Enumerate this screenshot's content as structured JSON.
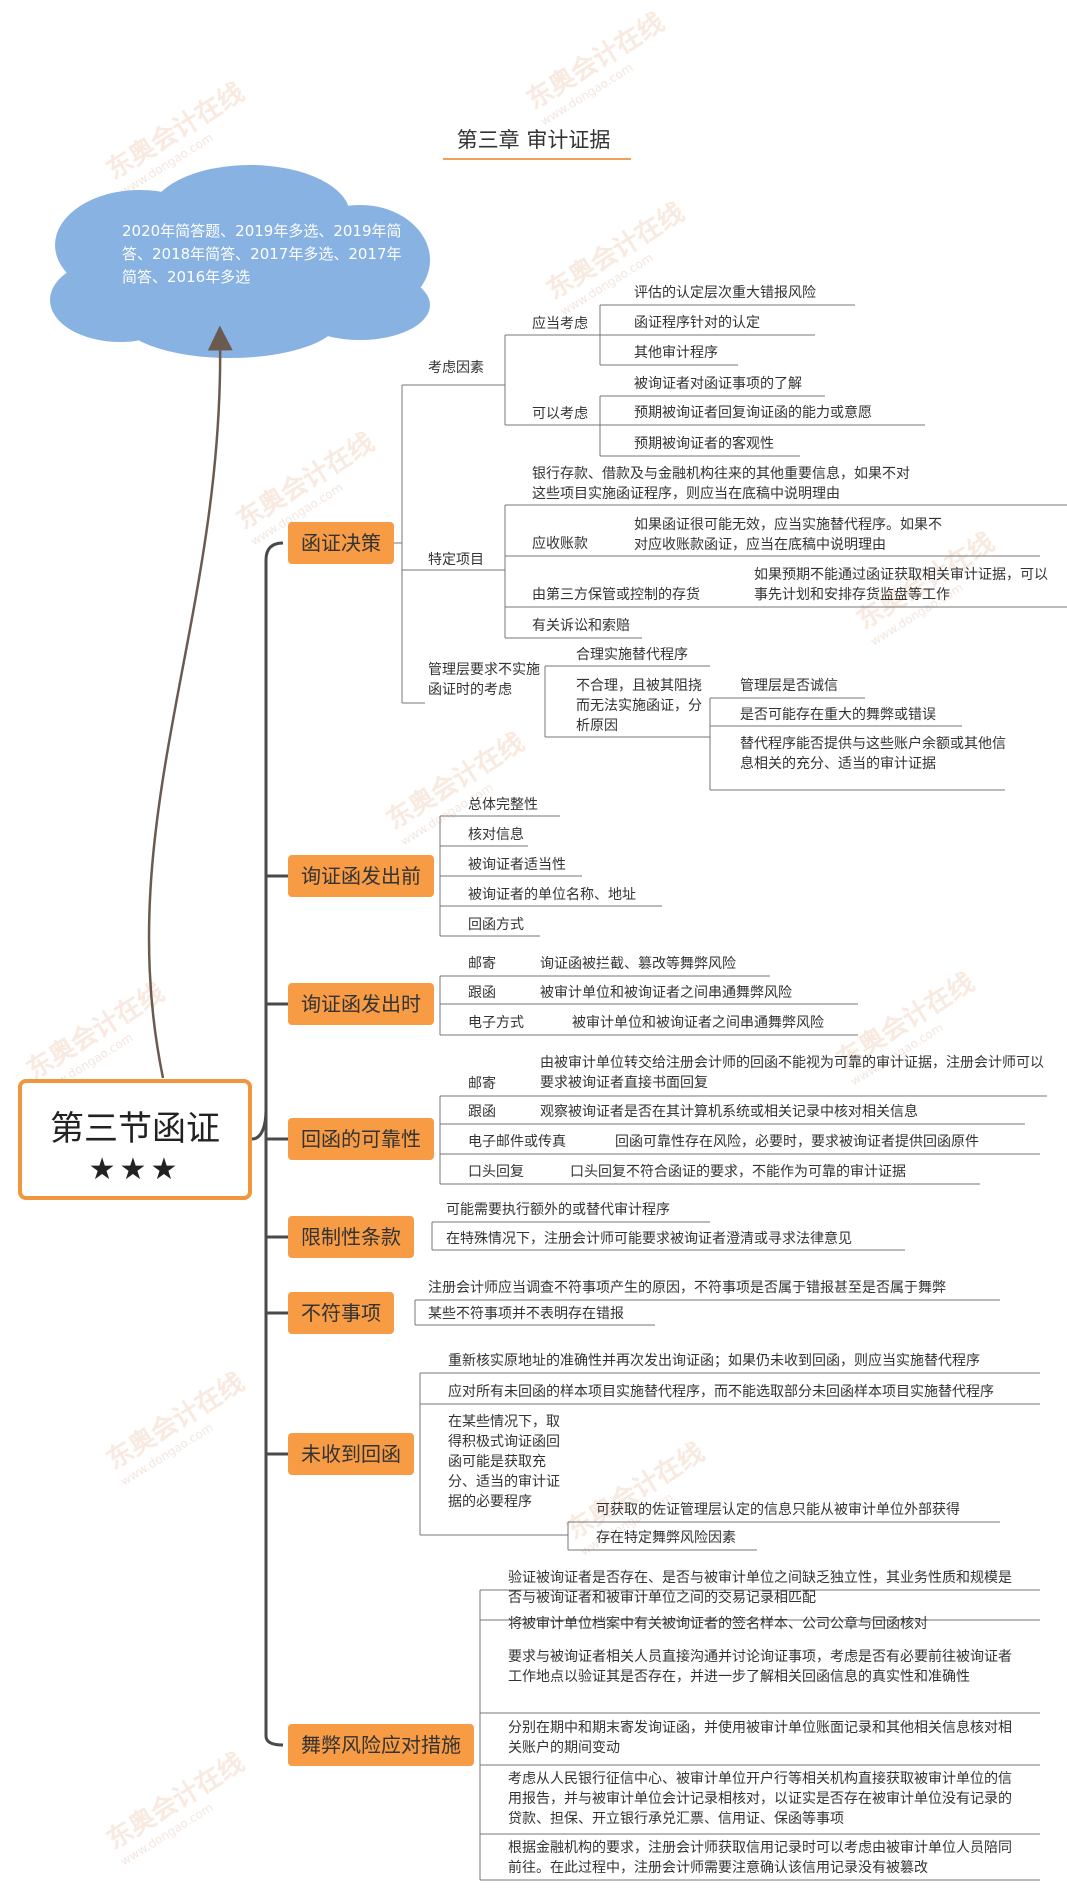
{
  "title": "第三章 审计证据",
  "cloud": "2020年简答题、2019年多选、2019年简答、2018年简答、2017年多选、2017年简答、2016年多选",
  "central": {
    "title": "第三节函证",
    "stars": "★★★"
  },
  "watermark": {
    "brand": "东奥会计在线",
    "url": "www.dongao.com"
  },
  "branches": [
    "函证决策",
    "询证函发出前",
    "询证函发出时",
    "回函的可靠性",
    "限制性条款",
    "不符事项",
    "未收到回函",
    "舞弊风险应对措施"
  ],
  "b1": {
    "kaolv": "考虑因素",
    "yingdang": "应当考虑",
    "yingdang_items": [
      "评估的认定层次重大错报风险",
      "函证程序针对的认定",
      "其他审计程序"
    ],
    "keyi": "可以考虑",
    "keyi_items": [
      "被询证者对函证事项的了解",
      "预期被询证者回复询证函的能力或意愿",
      "预期被询证者的客观性"
    ],
    "teding": "特定项目",
    "bank": "银行存款、借款及与金融机构往来的其他重要信息，如果不对这些项目实施函证程序，则应当在底稿中说明理由",
    "ar": "应收账款",
    "ar_detail": "如果函证很可能无效，应当实施替代程序。如果不对应收账款函证，应当在底稿中说明理由",
    "third_party": "由第三方保管或控制的存货",
    "third_party_detail": "如果预期不能通过函证获取相关审计证据，可以事先计划和安排存货监盘等工作",
    "lawsuit": "有关诉讼和索赔",
    "mgmt": "管理层要求不实施函证时的考虑",
    "reasonable": "合理实施替代程序",
    "unreasonable": "不合理，且被其阻挠而无法实施函证，分析原因",
    "unreasonable_items": [
      "管理层是否诚信",
      "是否可能存在重大的舞弊或错误",
      "替代程序能否提供与这些账户余额或其他信息相关的充分、适当的审计证据"
    ]
  },
  "b2_items": [
    "总体完整性",
    "核对信息",
    "被询证者适当性",
    "被询证者的单位名称、地址",
    "回函方式"
  ],
  "b3": [
    {
      "label": "邮寄",
      "text": "询证函被拦截、篡改等舞弊风险"
    },
    {
      "label": "跟函",
      "text": "被审计单位和被询证者之间串通舞弊风险"
    },
    {
      "label": "电子方式",
      "text": "被审计单位和被询证者之间串通舞弊风险"
    }
  ],
  "b4": [
    {
      "label": "邮寄",
      "text": "由被审计单位转交给注册会计师的回函不能视为可靠的审计证据，注册会计师可以要求被询证者直接书面回复"
    },
    {
      "label": "跟函",
      "text": "观察被询证者是否在其计算机系统或相关记录中核对相关信息"
    },
    {
      "label": "电子邮件或传真",
      "text": "回函可靠性存在风险，必要时，要求被询证者提供回函原件"
    },
    {
      "label": "口头回复",
      "text": "口头回复不符合函证的要求，不能作为可靠的审计证据"
    }
  ],
  "b5_items": [
    "可能需要执行额外的或替代审计程序",
    "在特殊情况下，注册会计师可能要求被询证者澄清或寻求法律意见"
  ],
  "b6_items": [
    "注册会计师应当调查不符事项产生的原因，不符事项是否属于错报甚至是否属于舞弊",
    "某些不符事项并不表明存在错报"
  ],
  "b7": {
    "items": [
      "重新核实原地址的准确性并再次发出询证函；如果仍未收到回函，则应当实施替代程序",
      "应对所有未回函的样本项目实施替代程序，而不能选取部分未回函样本项目实施替代程序"
    ],
    "special": "在某些情况下，取得积极式询证函回函可能是获取充分、适当的审计证据的必要程序",
    "special_items": [
      "可获取的佐证管理层认定的信息只能从被审计单位外部获得",
      "存在特定舞弊风险因素"
    ]
  },
  "b8_items": [
    "验证被询证者是否存在、是否与被审计单位之间缺乏独立性，其业务性质和规模是否与被询证者和被审计单位之间的交易记录相匹配",
    "将被审计单位档案中有关被询证者的签名样本、公司公章与回函核对",
    "要求与被询证者相关人员直接沟通并讨论询证事项，考虑是否有必要前往被询证者工作地点以验证其是否存在，并进一步了解相关回函信息的真实性和准确性",
    "分别在期中和期末寄发询证函，并使用被审计单位账面记录和其他相关信息核对相关账户的期间变动",
    "考虑从人民银行征信中心、被审计单位开户行等相关机构直接获取被审计单位的信用报告，并与被审计单位会计记录相核对，以证实是否存在被审计单位没有记录的贷款、担保、开立银行承兑汇票、信用证、保函等事项",
    "根据金融机构的要求，注册会计师获取信用记录时可以考虑由被审计单位人员陪同前往。在此过程中，注册会计师需要注意确认该信用记录没有被篡改"
  ]
}
